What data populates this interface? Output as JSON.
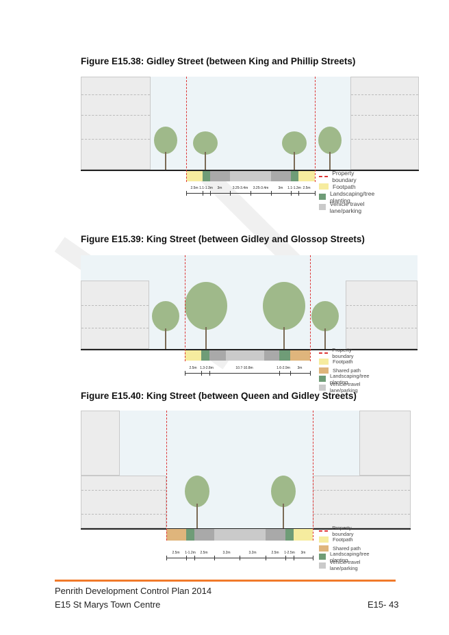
{
  "figures": [
    {
      "title": "Figure E15.38: Gidley Street (between King and Phillip Streets)",
      "dimensions": [
        "2.5m",
        "1.1-1.3m",
        "3m",
        "3.25-3.4m",
        "3.25-3.4m",
        "3m",
        "1.1-1.3m",
        "2.5m"
      ],
      "legend": [
        "Property boundary",
        "Footpath",
        "Landscaping/tree planting",
        "Vehicle travel lane/parking"
      ]
    },
    {
      "title": "Figure E15.39: King Street (between Gidley and Glossop Streets)",
      "dimensions": [
        "2.5m",
        "1.3-2.8m",
        "10.7-10.8m",
        "1.6-2.9m",
        "3m"
      ],
      "legend": [
        "Property boundary",
        "Footpath",
        "Shared path",
        "Landscaping/tree planting",
        "Vehicle travel lane/parking"
      ]
    },
    {
      "title": "Figure E15.40: King Street (between Queen and Gidley Streets)",
      "dimensions": [
        "2.5m",
        "1-1.2m",
        "2.5m",
        "3.2m",
        "3.2m",
        "2.5m",
        "1-2.5m",
        "3m"
      ],
      "legend": [
        "Property boundary",
        "Footpath",
        "Shared path",
        "Landscaping/tree planting",
        "Vehicle travel lane/parking"
      ]
    }
  ],
  "colors": {
    "footpath": "#f6ec9f",
    "shared_path": "#dfb57c",
    "landscaping": "#6f9c77",
    "vehicle": "#a9a9a9",
    "boundary": "#d33333",
    "footer_rule": "#f07a2a"
  },
  "footer": {
    "line1": "Penrith Development Control Plan 2014",
    "line2": "E15 St Marys Town Centre",
    "page": "E15- 43"
  }
}
